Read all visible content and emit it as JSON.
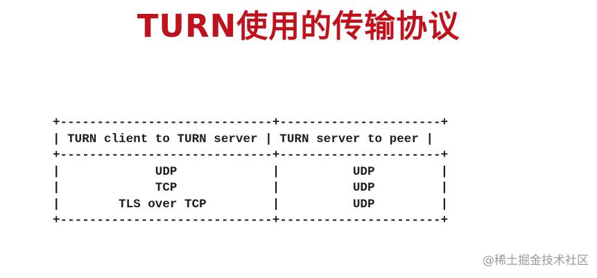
{
  "title": "TURN使用的传输协议",
  "table": {
    "border_top": "+-----------------------------+----------------------+",
    "header_row": "| TURN client to TURN server | TURN server to peer |",
    "border_mid": "+-----------------------------+----------------------+",
    "row_1": "|             UDP             |          UDP         |",
    "row_2": "|             TCP             |          UDP         |",
    "row_3": "|        TLS over TCP         |          UDP         |",
    "border_bottom": "+-----------------------------+----------------------+"
  },
  "watermark": "@稀土掘金技术社区"
}
